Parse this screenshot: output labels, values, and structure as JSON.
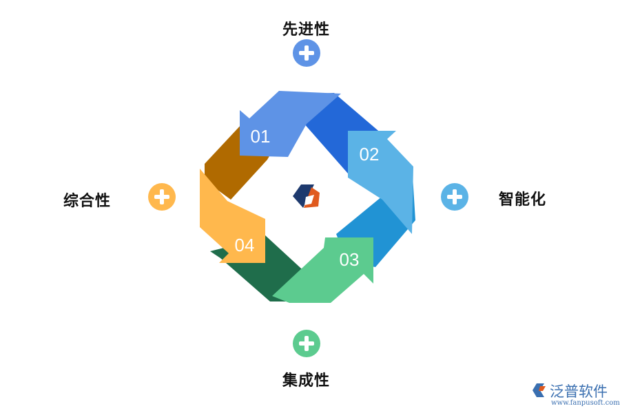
{
  "diagram": {
    "steps": [
      {
        "number": "01",
        "label": "先进性",
        "color": "#5e93e6",
        "shade": "#2368d8"
      },
      {
        "number": "02",
        "label": "智能化",
        "color": "#5bb3e6",
        "shade": "#2193d4"
      },
      {
        "number": "03",
        "label": "集成性",
        "color": "#5ccb8f",
        "shade": "#1f6d4b"
      },
      {
        "number": "04",
        "label": "综合性",
        "color": "#ffb84d",
        "shade": "#b06a00"
      }
    ]
  },
  "brand": {
    "name": "泛普软件",
    "url": "www.fanpusoft.com"
  },
  "icons": {
    "plus": "plus-circle-icon",
    "center_logo": "hexagon-logo-icon",
    "brand_logo": "fanpu-logo-icon"
  }
}
